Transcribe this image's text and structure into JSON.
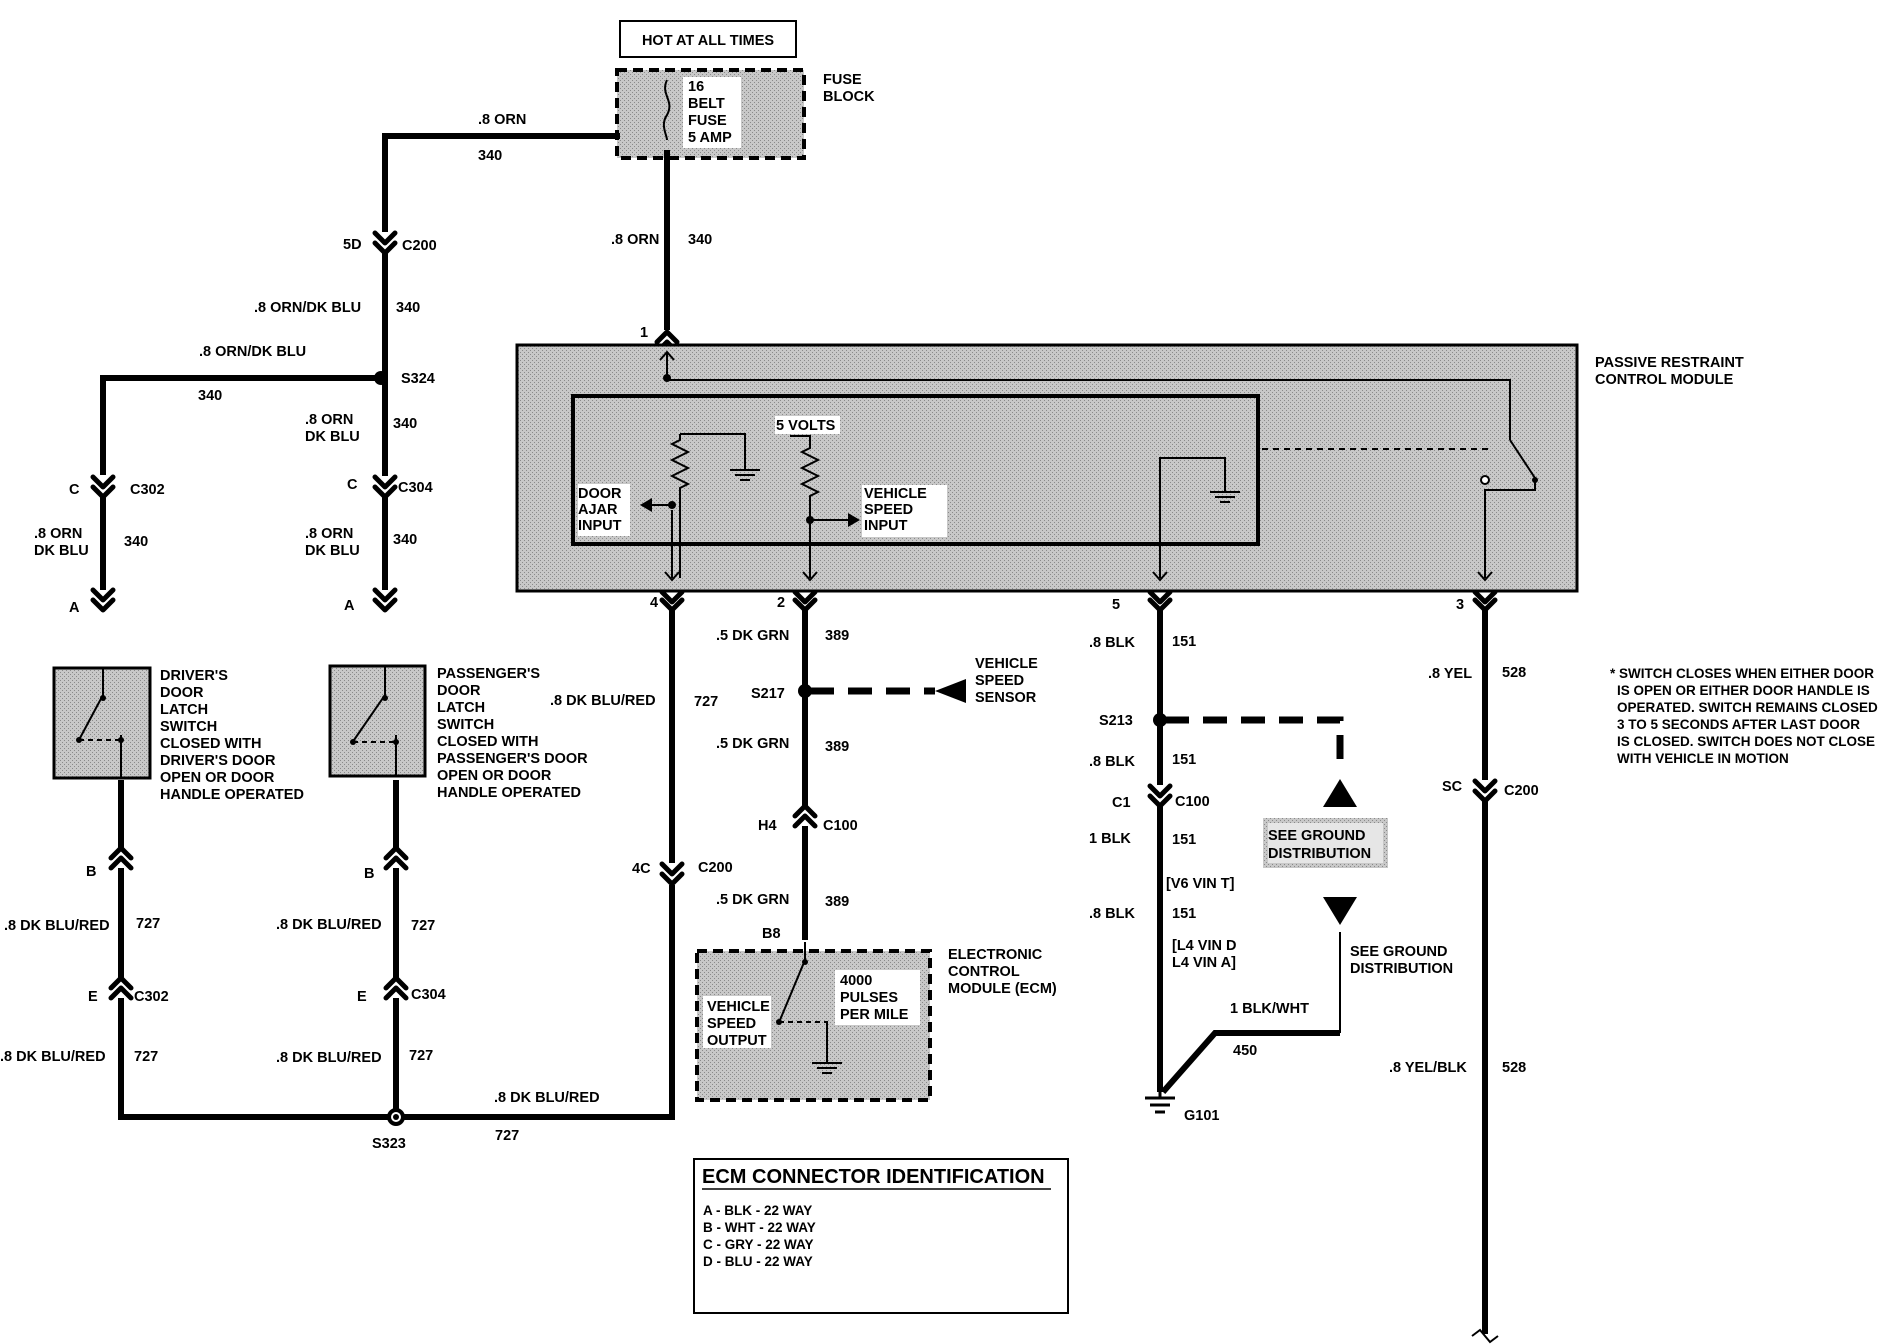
{
  "header_box": "HOT AT ALL TIMES",
  "fuse": {
    "line1": "16",
    "line2": "BELT",
    "line3": "FUSE",
    "line4": "5 AMP",
    "block_line1": "FUSE",
    "block_line2": "BLOCK"
  },
  "pcm": {
    "name_line1": "PASSIVE RESTRAINT",
    "name_line2": "CONTROL MODULE",
    "five_volts": "5 VOLTS",
    "door_ajar_1": "DOOR",
    "door_ajar_2": "AJAR",
    "door_ajar_3": "INPUT",
    "vss_in_1": "VEHICLE",
    "vss_in_2": "SPEED",
    "vss_in_3": "INPUT",
    "pin1": "1",
    "pin4": "4",
    "pin2": "2",
    "pin5": "5",
    "pin3": "3"
  },
  "top_wire": {
    "gauge": ".8 ORN",
    "circuit": "340"
  },
  "fuse_down": {
    "gauge": ".8 ORN",
    "circuit": "340"
  },
  "c200_left": {
    "pin": "5D",
    "name": "C200"
  },
  "orn_dkblu_1": {
    "gauge": ".8 ORN/DK BLU",
    "circuit": "340"
  },
  "s324": {
    "name": "S324",
    "gauge": ".8 ORN/DK BLU",
    "circuit": "340"
  },
  "pass_mid": {
    "gauge1": ".8 ORN",
    "gauge2": "DK BLU",
    "circuit": "340"
  },
  "c302_top": {
    "pin": "C",
    "name": "C302"
  },
  "c304_top": {
    "pin": "C",
    "name": "C304"
  },
  "drv_upper": {
    "gauge1": ".8 ORN",
    "gauge2": "DK BLU",
    "circuit": "340",
    "pin_a": "A"
  },
  "pass_upper": {
    "gauge1": ".8 ORN",
    "gauge2": "DK BLU",
    "circuit": "340",
    "pin_a": "A"
  },
  "driver_switch": [
    "DRIVER'S",
    "DOOR",
    "LATCH",
    "SWITCH",
    "CLOSED WITH",
    "DRIVER'S DOOR",
    "OPEN OR DOOR",
    "HANDLE OPERATED"
  ],
  "passenger_switch": [
    "PASSENGER'S",
    "DOOR",
    "LATCH",
    "SWITCH",
    "CLOSED WITH",
    "PASSENGER'S DOOR",
    "OPEN OR DOOR",
    "HANDLE OPERATED"
  ],
  "drv_lower": {
    "pin_b": "B",
    "gauge1": ".8 DK BLU/RED",
    "circuit1": "727",
    "pin_e": "E",
    "conn": "C302",
    "gauge2": ".8 DK BLU/RED",
    "circuit2": "727"
  },
  "pass_lower": {
    "pin_b": "B",
    "gauge1": ".8 DK BLU/RED",
    "circuit1": "727",
    "pin_e": "E",
    "conn": "C304",
    "gauge2": ".8 DK BLU/RED",
    "circuit2": "727"
  },
  "s323": {
    "name": "S323",
    "gauge": ".8 DK BLU/RED",
    "circuit": "727"
  },
  "pin4_wire": {
    "gauge": ".8 DK BLU/RED",
    "circuit": "727",
    "pin": "4C",
    "conn": "C200"
  },
  "vss_wire": {
    "gauge1": ".5 DK GRN",
    "circuit1": "389",
    "splice": "S217",
    "gauge2": ".5 DK GRN",
    "circuit2": "389",
    "pin_h4": "H4",
    "conn": "C100",
    "gauge3": ".5 DK GRN",
    "circuit3": "389",
    "pin_b8": "B8"
  },
  "vss_sensor": {
    "line1": "VEHICLE",
    "line2": "SPEED",
    "line3": "SENSOR"
  },
  "ecm": {
    "name1": "ELECTRONIC",
    "name2": "CONTROL",
    "name3": "MODULE (ECM)",
    "out1": "VEHICLE",
    "out2": "SPEED",
    "out3": "OUTPUT",
    "p1": "4000",
    "p2": "PULSES",
    "p3": "PER MILE"
  },
  "ecm_table": {
    "title": "ECM CONNECTOR IDENTIFICATION",
    "rows": [
      "A - BLK - 22 WAY",
      "B - WHT - 22 WAY",
      "C - GRY - 22 WAY",
      "D - BLU - 22 WAY"
    ]
  },
  "ground_wire": {
    "gauge1": ".8 BLK",
    "circuit1": "151",
    "splice": "S213",
    "gauge2": ".8 BLK",
    "circuit2": "151",
    "pin_c1": "C1",
    "conn": "C100",
    "gauge3": "1 BLK",
    "circuit3": "151",
    "note_v6": "[V6 VIN T]",
    "gauge4": ".8 BLK",
    "circuit4": "151",
    "note_l4_1": "[L4 VIN D",
    "note_l4_2": "L4 VIN A]",
    "gauge5": "1 BLK/WHT",
    "circuit5": "450",
    "ground": "G101"
  },
  "see_ground_1": {
    "line1": "SEE GROUND",
    "line2": "DISTRIBUTION"
  },
  "see_ground_2": {
    "line1": "SEE GROUND",
    "line2": "DISTRIBUTION"
  },
  "yel_wire": {
    "gauge1": ".8 YEL",
    "circuit1": "528",
    "pin": "SC",
    "conn": "C200",
    "gauge2": ".8 YEL/BLK",
    "circuit2": "528"
  },
  "footnote": [
    "*  SWITCH CLOSES WHEN EITHER DOOR",
    "IS OPEN OR EITHER DOOR HANDLE IS",
    "OPERATED.  SWITCH REMAINS CLOSED",
    "3 TO 5 SECONDS AFTER LAST DOOR",
    "IS CLOSED.  SWITCH DOES NOT CLOSE",
    "WITH VEHICLE IN MOTION"
  ]
}
